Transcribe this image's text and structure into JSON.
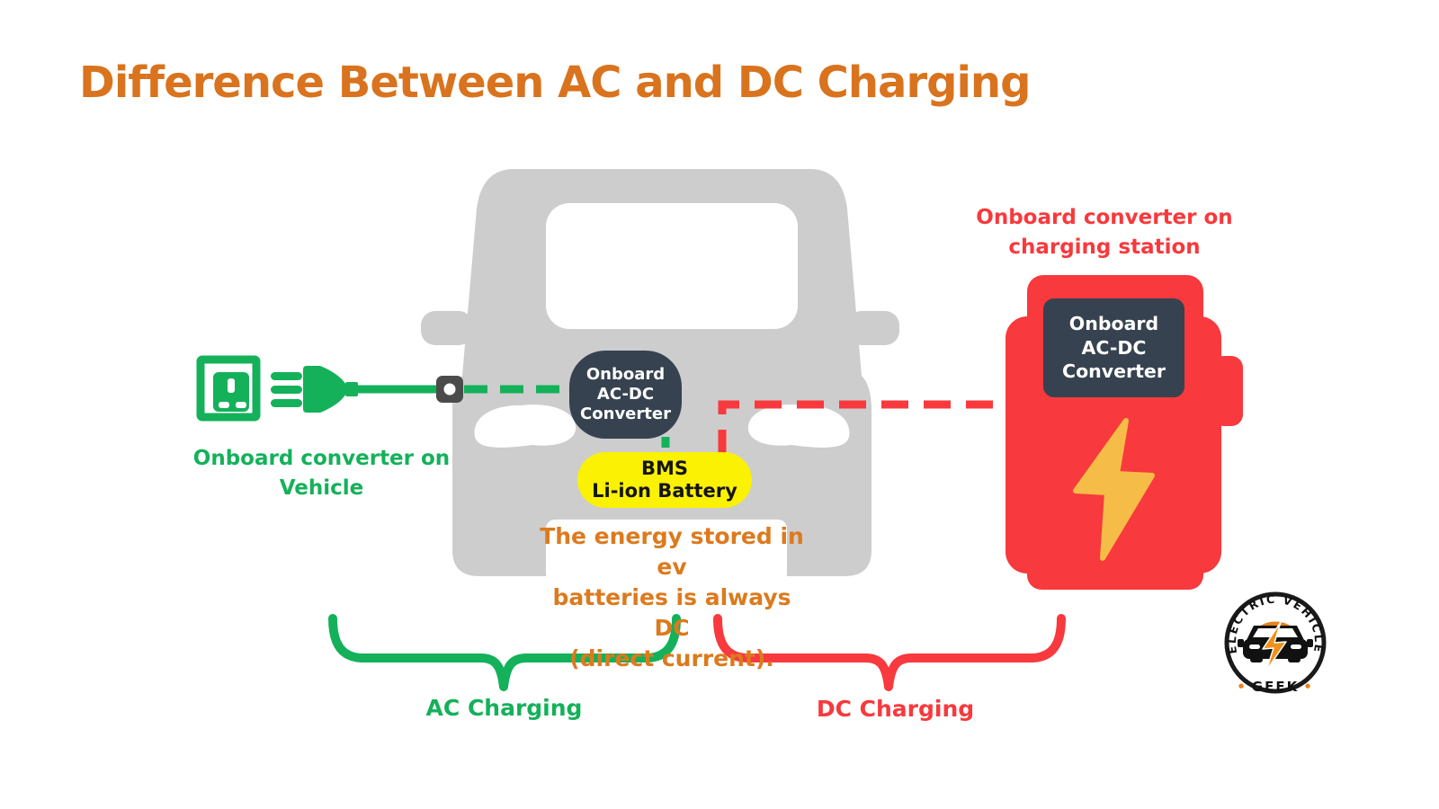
{
  "title": "Difference Between AC and DC Charging",
  "colors": {
    "title_orange": "#D9731E",
    "note_orange": "#DC7A1E",
    "green": "#14B15A",
    "red": "#F8393D",
    "navy": "#36424F",
    "battery_yellow": "#FBF103",
    "car_gray": "#CDCDCD",
    "bolt_gold": "#F5BD47",
    "logo_orange": "#E8821E"
  },
  "icons": {
    "wall_socket": "wall-socket-icon",
    "ac_plug": "ac-plug-icon",
    "charge_port": "charge-port-icon",
    "lightning_bolt": "lightning-bolt-icon",
    "logo_badge": "ev-geek-logo"
  },
  "vehicle_side": {
    "caption_line1": "Onboard converter on",
    "caption_line2": "Vehicle",
    "converter_box": {
      "line1": "Onboard",
      "line2": "AC-DC",
      "line3": "Converter"
    },
    "battery": {
      "line1": "BMS",
      "line2": "Li-ion Battery"
    },
    "brace_label": "AC Charging"
  },
  "station_side": {
    "caption_line1": "Onboard converter on",
    "caption_line2": "charging station",
    "converter_box": {
      "line1": "Onboard",
      "line2": "AC-DC",
      "line3": "Converter"
    },
    "brace_label": "DC Charging"
  },
  "note": {
    "line1": "The energy stored in ev",
    "line2": "batteries is always DC",
    "line3": "(direct current)."
  },
  "logo": {
    "arc_text": "ELECTRIC VEHICLE",
    "bottom_text": "GEEK",
    "dot": "•"
  }
}
